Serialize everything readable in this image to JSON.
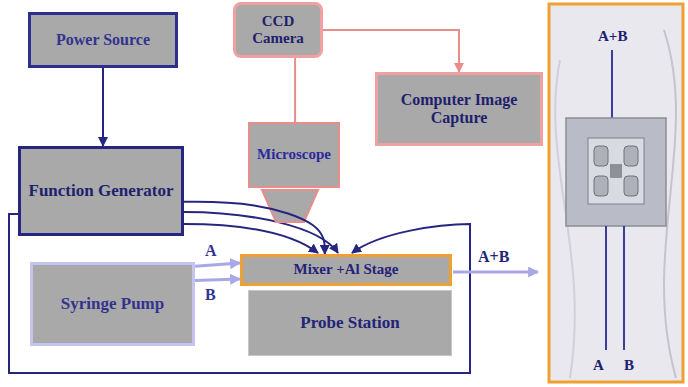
{
  "diagram": {
    "nodes": [
      {
        "text": [
          "Power Source"
        ]
      },
      {
        "text": [
          "CCD Camera"
        ]
      },
      {
        "text": [
          "Computer Image Capture"
        ]
      },
      {
        "text": [
          "Function Generator"
        ]
      },
      {
        "text": [
          "Microscope"
        ]
      },
      {
        "text": [
          "Syringe Pump"
        ]
      },
      {
        "text": [
          "Mixer +Al Stage"
        ]
      },
      {
        "text": [
          "Probe Station"
        ]
      }
    ],
    "edges": [
      {
        "from": 0,
        "to": 3,
        "arrow": "to"
      },
      {
        "from": 1,
        "to": 2,
        "arrow": "to"
      },
      {
        "from": 1,
        "to": 4,
        "arrow": "none"
      },
      {
        "from": 3,
        "to": 6,
        "arrow": "to"
      },
      {
        "from": 5,
        "to": 6,
        "label": "A",
        "arrow": "to"
      },
      {
        "from": 5,
        "to": 6,
        "label": "B",
        "arrow": "to"
      }
    ],
    "labels": [
      "A+B",
      "A+B",
      "A",
      "B"
    ]
  }
}
